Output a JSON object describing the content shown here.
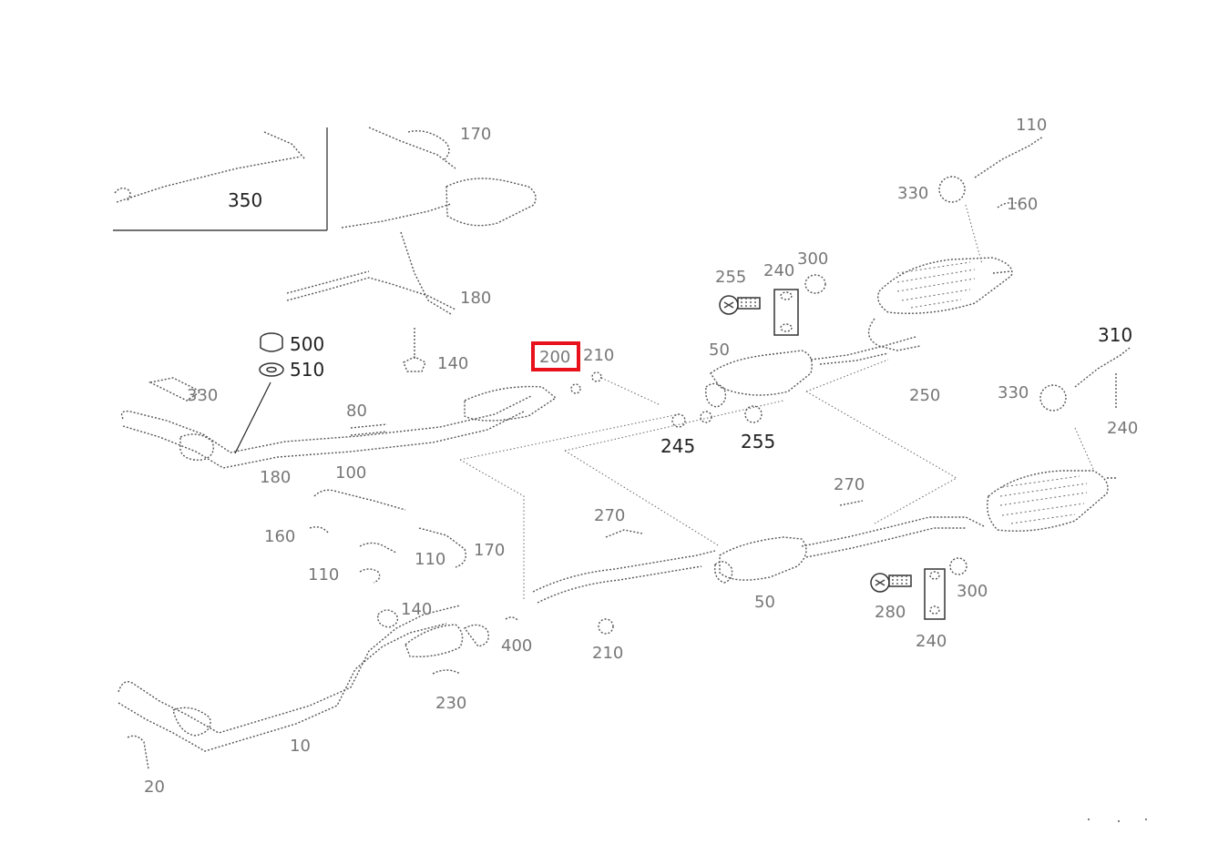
{
  "diagram": {
    "labels": {
      "l350": "350",
      "l500": "500",
      "l510": "510",
      "l245": "245",
      "l255": "255",
      "l300": "300",
      "l240": "240",
      "l310": "310",
      "l50": "50"
    },
    "highlight_color": "#e8101a"
  }
}
